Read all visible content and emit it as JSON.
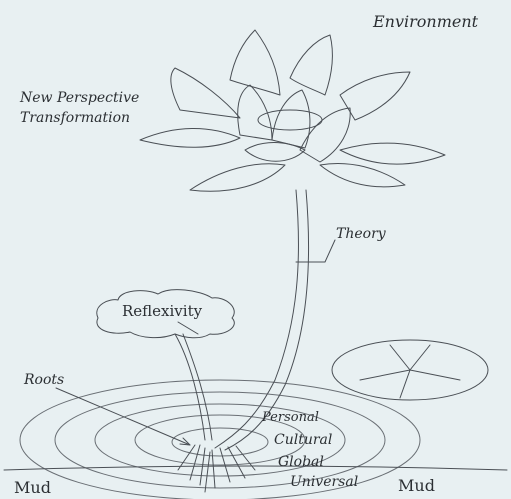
{
  "labels": {
    "environment": "Environment",
    "new_perspective": "New Perspective",
    "transformation": "Transformation",
    "theory": "Theory",
    "reflexivity": "Reflexivity",
    "roots": "Roots",
    "personal": "Personal",
    "cultural": "Cultural",
    "global": "Global",
    "universal": "Universal",
    "mud_left": "Mud",
    "mud_right": "Mud"
  },
  "colors": {
    "paper": "#e8f0f2",
    "pencil": "#4a4f55",
    "ink": "#2b2f33"
  }
}
